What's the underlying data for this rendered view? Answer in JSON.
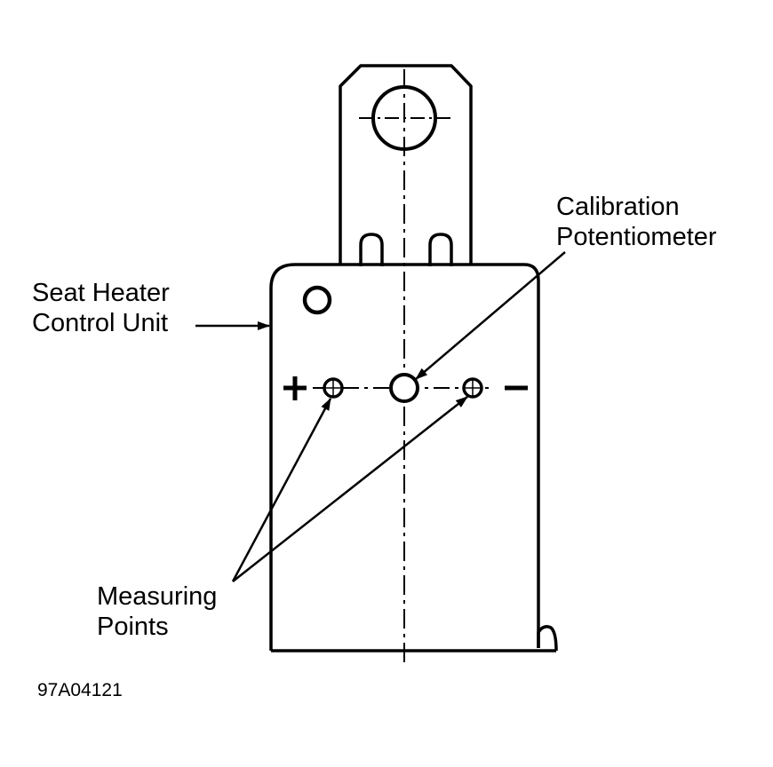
{
  "colors": {
    "ink": "#000000",
    "background": "#ffffff"
  },
  "labels": {
    "unit_line1": "Seat Heater",
    "unit_line2": "Control Unit",
    "cal_line1": "Calibration",
    "cal_line2": "Potentiometer",
    "meas_line1": "Measuring",
    "meas_line2": "Points",
    "plus_sign": "+",
    "minus_sign": "-"
  },
  "figure_id": "97A04121"
}
